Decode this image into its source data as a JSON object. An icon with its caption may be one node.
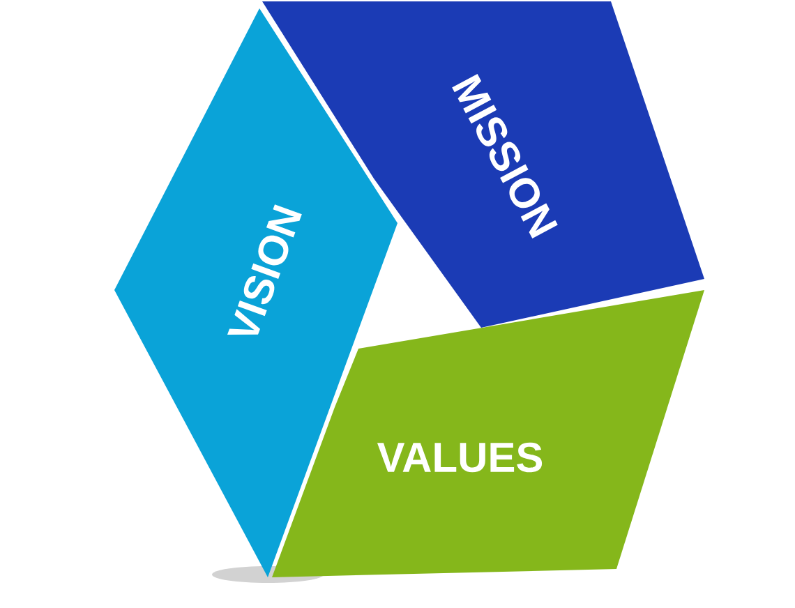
{
  "diagram": {
    "nodes": [
      {
        "text": [
          "MISSION"
        ]
      },
      {
        "text": [
          "VISION"
        ]
      },
      {
        "text": [
          "VALUES"
        ]
      }
    ]
  }
}
